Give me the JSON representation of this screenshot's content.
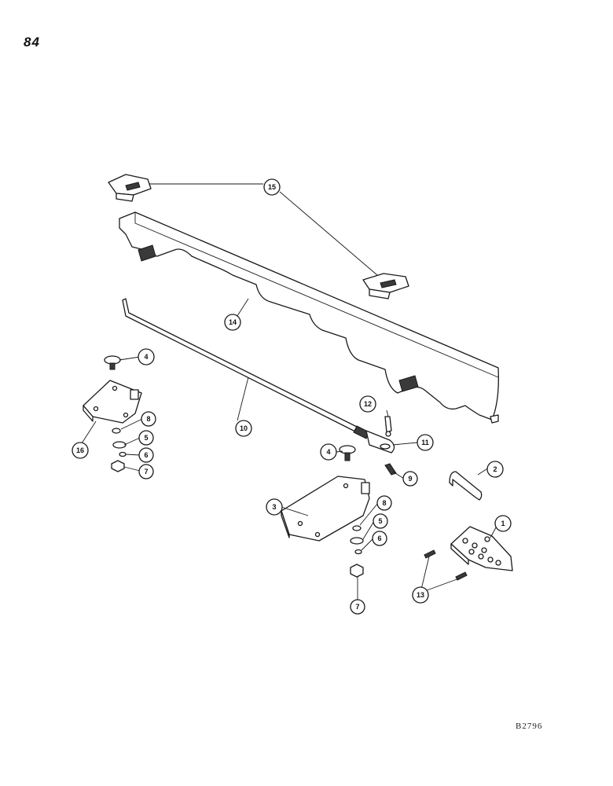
{
  "page_number": "84",
  "figure_code": "B2796",
  "callouts": [
    {
      "id": "c1",
      "label": "1"
    },
    {
      "id": "c2",
      "label": "2"
    },
    {
      "id": "c3",
      "label": "3"
    },
    {
      "id": "c4a",
      "label": "4"
    },
    {
      "id": "c4b",
      "label": "4"
    },
    {
      "id": "c5a",
      "label": "5"
    },
    {
      "id": "c5b",
      "label": "5"
    },
    {
      "id": "c6a",
      "label": "6"
    },
    {
      "id": "c6b",
      "label": "6"
    },
    {
      "id": "c7a",
      "label": "7"
    },
    {
      "id": "c7b",
      "label": "7"
    },
    {
      "id": "c8a",
      "label": "8"
    },
    {
      "id": "c8b",
      "label": "8"
    },
    {
      "id": "c9",
      "label": "9"
    },
    {
      "id": "c10",
      "label": "10"
    },
    {
      "id": "c11",
      "label": "11"
    },
    {
      "id": "c12",
      "label": "12"
    },
    {
      "id": "c13",
      "label": "13"
    },
    {
      "id": "c14",
      "label": "14"
    },
    {
      "id": "c15",
      "label": "15"
    },
    {
      "id": "c16",
      "label": "16"
    }
  ]
}
